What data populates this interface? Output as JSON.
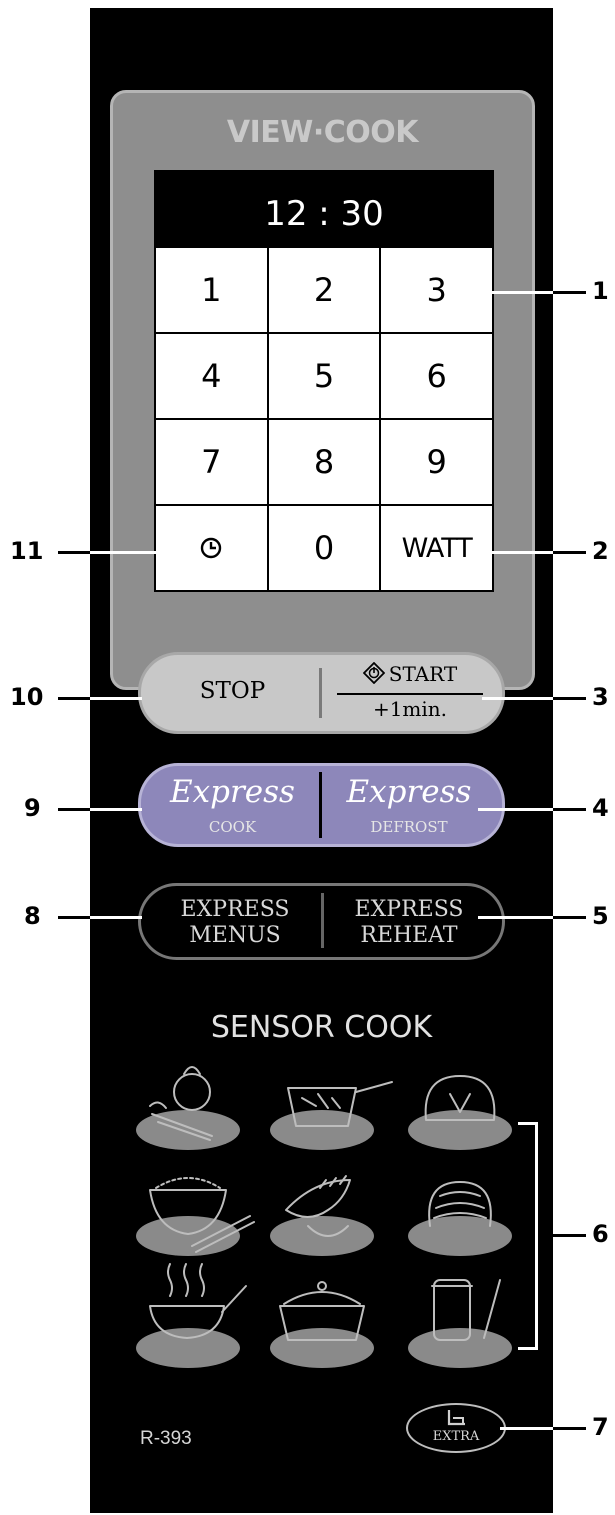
{
  "brand": "VIEW·COOK",
  "display": "12 : 30",
  "keypad": {
    "keys": [
      "1",
      "2",
      "3",
      "4",
      "5",
      "6",
      "7",
      "8",
      "9",
      "",
      "0",
      "WATT"
    ],
    "clock_icon": "clock-icon"
  },
  "stop_start": {
    "stop": "STOP",
    "start": "START",
    "plus_one": "+1min."
  },
  "express": {
    "cook_script": "Express",
    "cook_label": "COOK",
    "defrost_script": "Express",
    "defrost_label": "DEFROST"
  },
  "express_menus": {
    "menus_line1": "EXPRESS",
    "menus_line2": "MENUS",
    "reheat_line1": "EXPRESS",
    "reheat_line2": "REHEAT"
  },
  "sensor_cook": {
    "title": "SENSOR COOK",
    "icons": [
      "vegetables-icon",
      "frozen-food-pan-icon",
      "jacket-potato-icon",
      "rice-bowl-icon",
      "fish-icon",
      "pasta-icon",
      "soup-icon",
      "casserole-icon",
      "jar-icon"
    ]
  },
  "extra": {
    "label": "EXTRA",
    "icon": "extra-icon"
  },
  "model": "R-393",
  "callouts": {
    "left": [
      "11",
      "10",
      "9",
      "8"
    ],
    "right": [
      "1",
      "2",
      "3",
      "4",
      "5",
      "6",
      "7"
    ]
  },
  "colors": {
    "panel": "#000000",
    "screen": "#8e8e8e",
    "stop_start": "#c8c8c8",
    "express": "#8d87ba",
    "plate": "#8a8a8a"
  }
}
